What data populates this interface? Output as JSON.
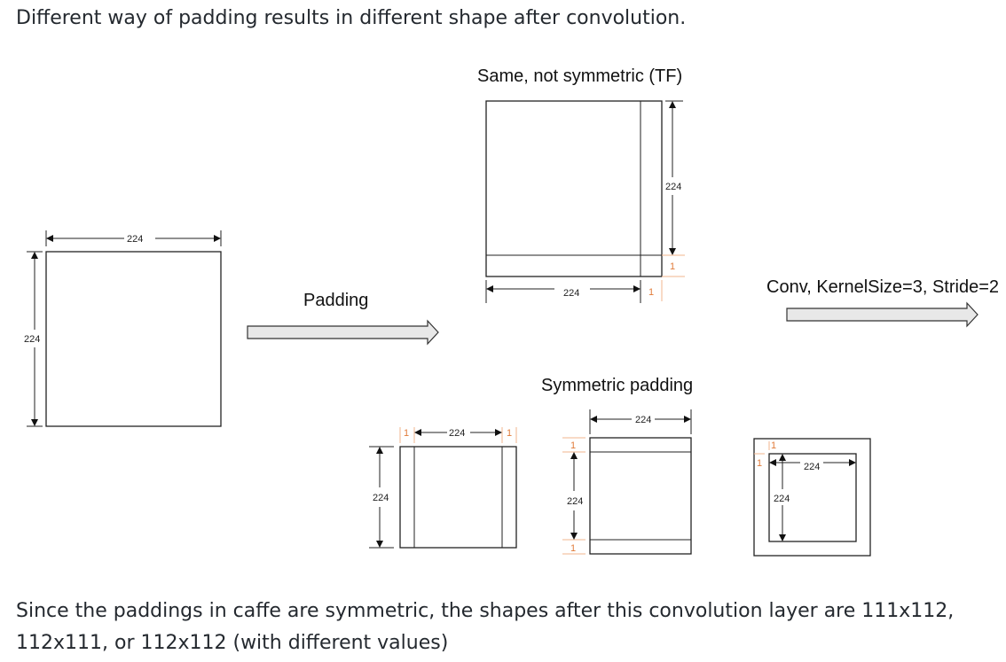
{
  "intro_text": "Different way of padding results in different shape after convolution.",
  "outro_line1": "Since the paddings in caffe are symmetric, the shapes after this convolution layer are 111x112,",
  "outro_line2": "112x111, or 112x112 (with different values)",
  "labels": {
    "same_title": "Same, not symmetric   (TF)",
    "padding": "Padding",
    "conv": "Conv, KernelSize=3, Stride=2",
    "symmetric_title": "Symmetric padding"
  },
  "dims": {
    "size": "224",
    "pad": "1"
  }
}
